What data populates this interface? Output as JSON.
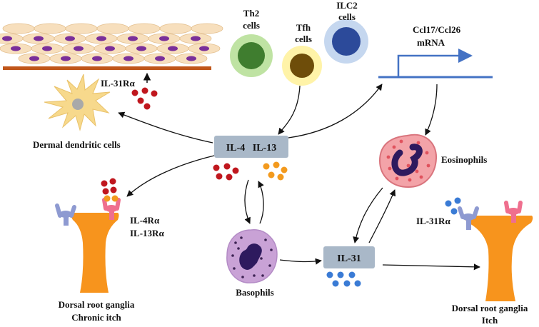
{
  "labels": {
    "th2": [
      "Th2",
      "cells"
    ],
    "tfh": [
      "Tfh",
      "cells"
    ],
    "ilc2": [
      "ILC2",
      "cells"
    ],
    "mrna": [
      "Ccl17/Ccl26",
      "mRNA"
    ],
    "il31ra_top": "IL-31Rα",
    "ddc": "Dermal dendritic cells",
    "il4_il13": "IL-4   IL-13",
    "eosinophils": "Eosinophils",
    "receptors_left": [
      "IL-4Rα",
      "IL-13Rα"
    ],
    "il31ra_right": "IL-31Rα",
    "basophils": "Basophils",
    "il31": "IL-31",
    "drg_left": [
      "Dorsal root ganglia",
      "Chronic itch"
    ],
    "drg_right": [
      "Dorsal root ganglia",
      "Itch"
    ]
  },
  "colors": {
    "il4_dot": "#c0171e",
    "il13_dot": "#f39a1e",
    "il31_dot": "#3a7bd5",
    "box_fill": "#a9b8c8",
    "neuron": "#f7941d",
    "receptor_blue": "#8e9ad1",
    "receptor_pink": "#ef6f8e",
    "keratinocyte": "#f7dfbd",
    "nucleus": "#7a2f9a",
    "arrow": "#111111",
    "promoter": "#4472c4"
  },
  "icons": [
    "th2-cell-icon",
    "tfh-cell-icon",
    "ilc2-cell-icon",
    "epidermis-icon",
    "dendritic-cell-icon",
    "eosinophil-icon",
    "basophil-icon",
    "neuron-icon",
    "receptor-icon"
  ]
}
